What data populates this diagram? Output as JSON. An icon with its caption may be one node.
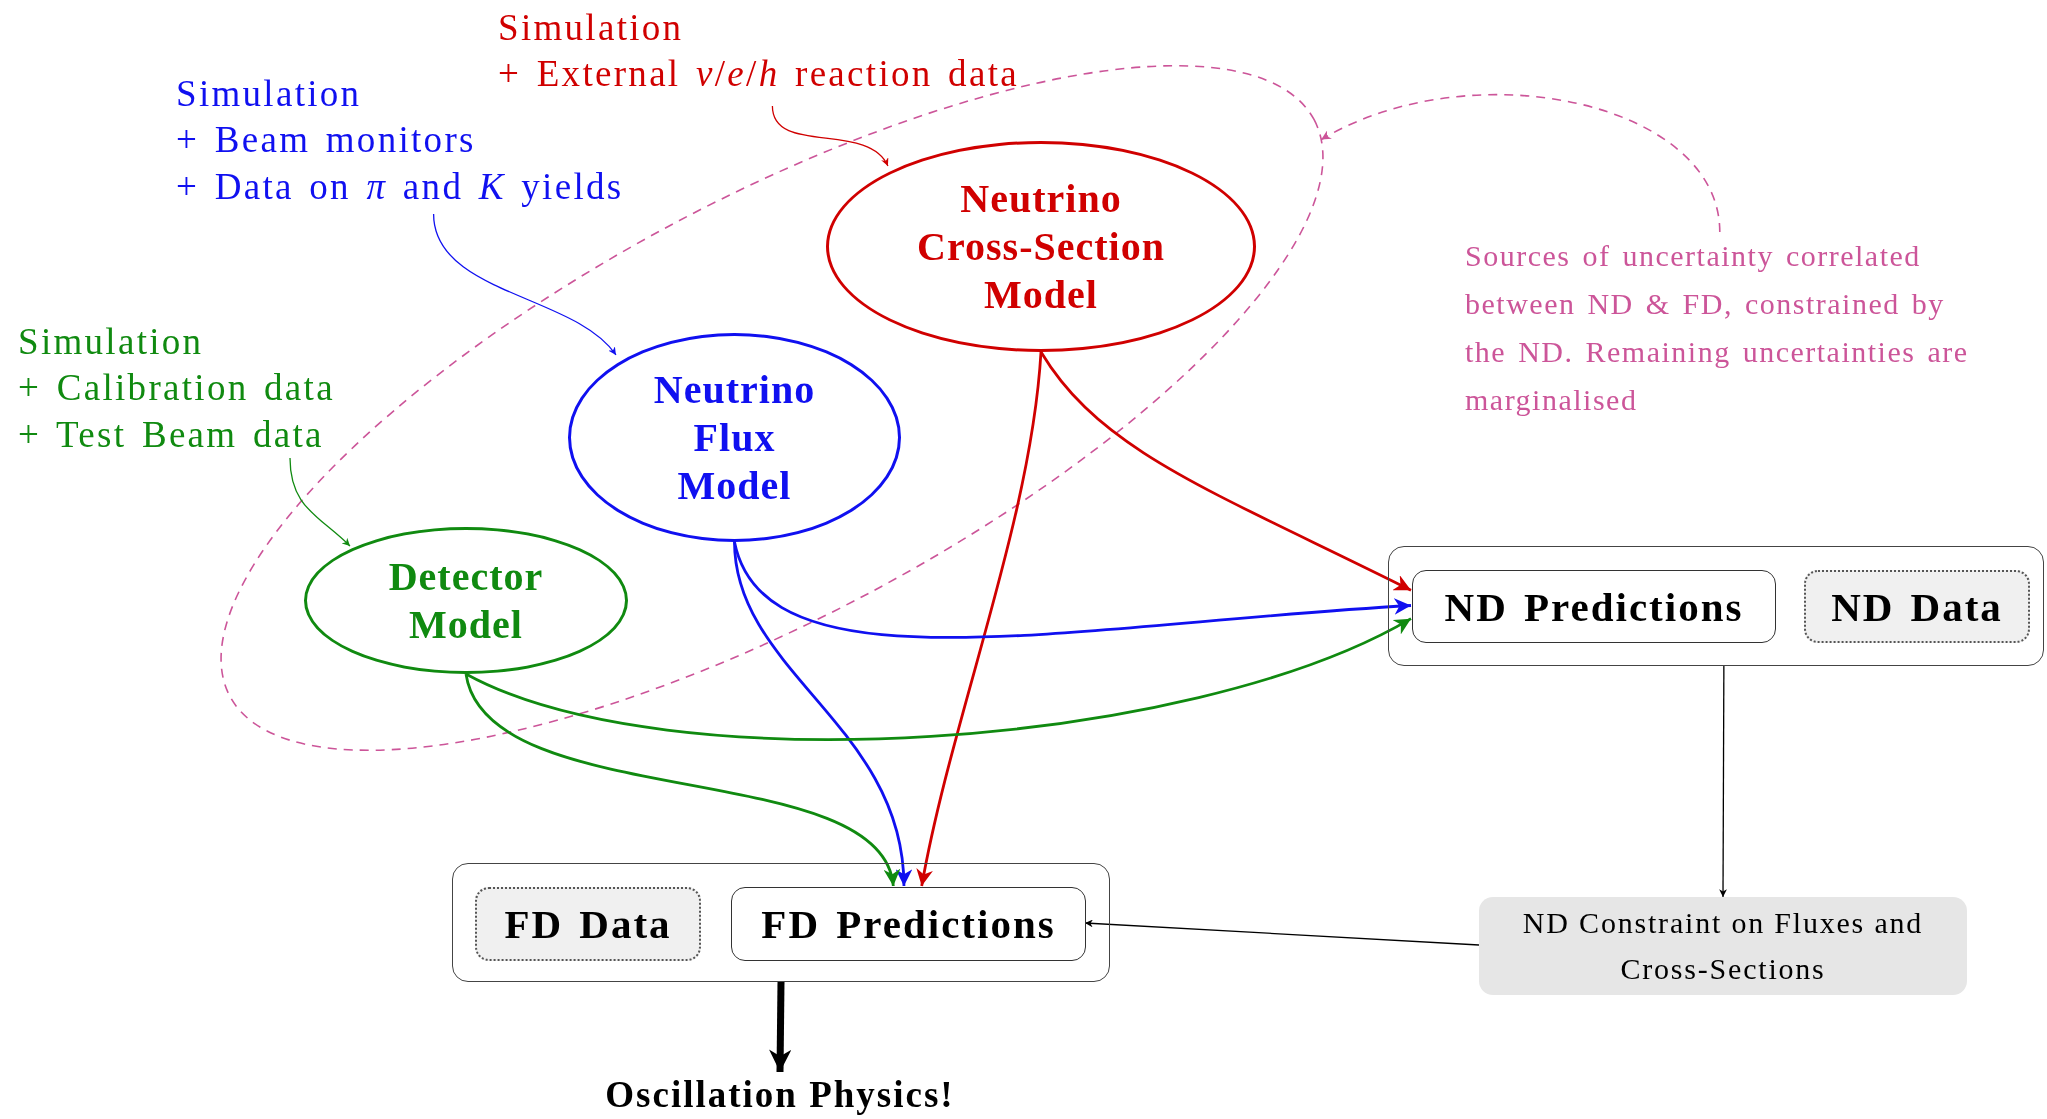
{
  "diagram": {
    "nodes": [
      {
        "text": [
          "Simulation",
          "+ External *ν*/*e*/*h* reaction data"
        ]
      },
      {
        "text": [
          "Simulation",
          "+ Beam monitors",
          "+ Data on *π* and *K* yields"
        ]
      },
      {
        "text": [
          "Simulation",
          "+ Calibration data",
          "+ Test Beam data"
        ]
      },
      {
        "text": [],
        "shape": "ellipse"
      },
      {
        "text": [
          "Neutrino Cross-Section Model"
        ],
        "in": 3
      },
      {
        "text": [
          "Neutrino Flux Model"
        ],
        "in": 3
      },
      {
        "text": [
          "Detector Model"
        ],
        "in": 3
      },
      {
        "text": [
          "Sources of uncertainty correlated between ND & FD, constrained by the ND. Remaining uncertainties are marginalised"
        ]
      },
      {
        "text": [],
        "shape": "box"
      },
      {
        "text": [
          "ND Predictions"
        ],
        "in": 8
      },
      {
        "text": [
          "ND Data"
        ],
        "in": 8
      },
      {
        "text": [],
        "shape": "box"
      },
      {
        "text": [
          "FD Data"
        ],
        "in": 11
      },
      {
        "text": [
          "FD Predictions"
        ],
        "in": 11
      },
      {
        "text": [
          "ND Constraint on Fluxes and Cross-Sections"
        ]
      },
      {
        "text": [
          "Oscillation Physics!"
        ]
      }
    ],
    "edges": [
      {
        "from": 0,
        "to": 4,
        "arrow": "to",
        "color": "#d00000"
      },
      {
        "from": 1,
        "to": 5,
        "arrow": "to",
        "color": "#1010f0"
      },
      {
        "from": 2,
        "to": 6,
        "arrow": "to",
        "color": "#108a10"
      },
      {
        "from": 4,
        "to": 9,
        "arrow": "to",
        "color": "#d00000"
      },
      {
        "from": 4,
        "to": 13,
        "arrow": "to",
        "color": "#d00000"
      },
      {
        "from": 5,
        "to": 9,
        "arrow": "to",
        "color": "#1010f0"
      },
      {
        "from": 5,
        "to": 13,
        "arrow": "to",
        "color": "#1010f0"
      },
      {
        "from": 6,
        "to": 9,
        "arrow": "to",
        "color": "#108a10"
      },
      {
        "from": 6,
        "to": 13,
        "arrow": "to",
        "color": "#108a10"
      },
      {
        "from": 8,
        "to": 14,
        "arrow": "to",
        "color": "#000000"
      },
      {
        "from": 14,
        "to": 13,
        "arrow": "to",
        "color": "#000000"
      },
      {
        "from": 11,
        "to": 15,
        "arrow": "to",
        "style": "thick",
        "color": "#000000"
      },
      {
        "from": 7,
        "to": 3,
        "arrow": "to",
        "style": "dashed",
        "color": "#cc5599"
      }
    ]
  }
}
